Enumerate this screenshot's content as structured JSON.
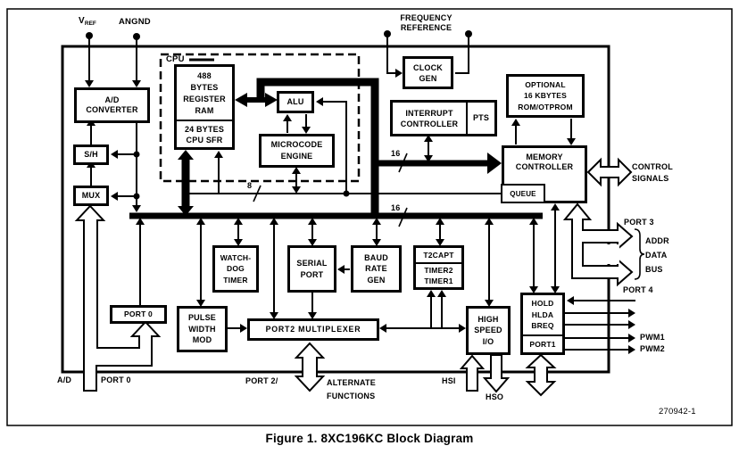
{
  "figure": {
    "caption": "Figure 1. 8XC196KC Block Diagram",
    "doc_number": "270942-1"
  },
  "colors": {
    "ink": "#000000",
    "paper": "#ffffff"
  },
  "top_labels": {
    "vref_v": "V",
    "vref_sub": "REF",
    "angnd": "ANGND",
    "frequency_reference": "FREQUENCY\nREFERENCE"
  },
  "blocks": {
    "ad_converter": "A/D\nCONVERTER",
    "sample_hold": "S/H",
    "mux": "MUX",
    "port0": "PORT 0",
    "cpu": "CPU",
    "register_ram": "488\nBYTES\nREGISTER\nRAM",
    "cpu_sfr": "24 BYTES\nCPU SFR",
    "alu": "ALU",
    "microcode_engine": "MICROCODE\nENGINE",
    "clock_gen": "CLOCK\nGEN",
    "interrupt_controller": "INTERRUPT\nCONTROLLER",
    "pts": "PTS",
    "rom": "OPTIONAL\n16 KBYTES\nROM/OTPROM",
    "memory_controller": "MEMORY\nCONTROLLER",
    "queue": "QUEUE",
    "watchdog_timer": "WATCH-\nDOG\nTIMER",
    "serial_port": "SERIAL\nPORT",
    "baud_rate_gen": "BAUD\nRATE\nGEN",
    "t2capt": "T2CAPT",
    "timers": "TIMER2\nTIMER1",
    "pulse_width_mod": "PULSE\nWIDTH\nMOD",
    "port2_multiplexer": "PORT2 MULTIPLEXER",
    "high_speed_io": "HIGH\nSPEED\nI/O",
    "hold_hlda_breq": "HOLD\nHLDA\nBREQ",
    "port1": "PORT1"
  },
  "bus_labels": {
    "bus16_mem": "16",
    "bus16_main": "16",
    "bus8": "8"
  },
  "side_labels": {
    "control_signals": "CONTROL\nSIGNALS",
    "port3": "PORT 3",
    "addr_data_bus": "ADDR\nDATA\nBUS",
    "port4": "PORT 4",
    "pwm1": "PWM1",
    "pwm2": "PWM2"
  },
  "bottom_labels": {
    "ad": "A/D",
    "port0": "PORT 0",
    "port2": "PORT 2/",
    "alternate_functions": "ALTERNATE\nFUNCTIONS",
    "hsi": "HSI",
    "hso": "HSO"
  }
}
